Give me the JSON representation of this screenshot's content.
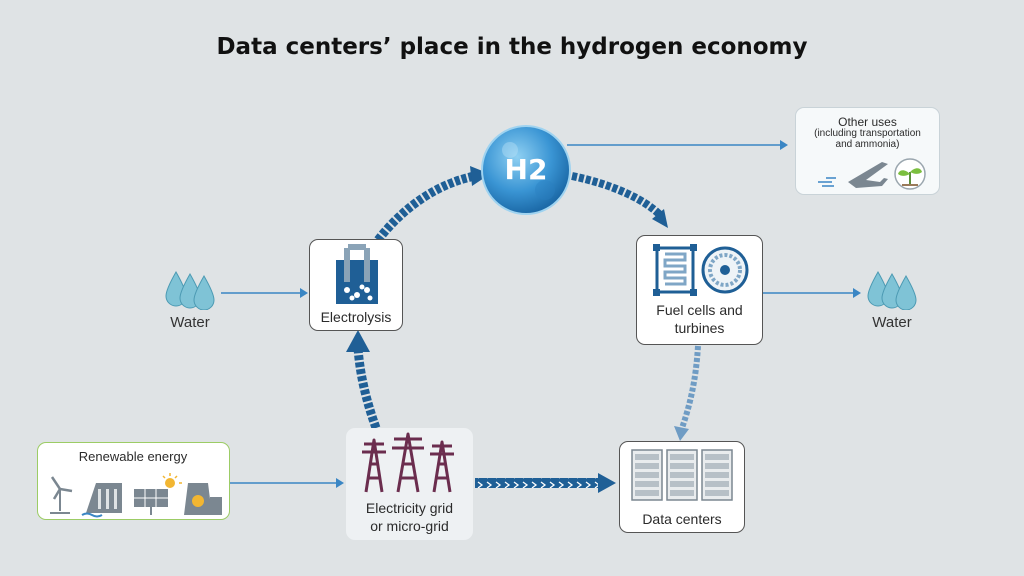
{
  "title": "Data centers’ place in the hydrogen economy",
  "nodes": {
    "h2": {
      "label": "H2"
    },
    "electrolysis": {
      "label": "Electrolysis"
    },
    "fuel_cells": {
      "label_line1": "Fuel cells and",
      "label_line2": "turbines"
    },
    "data_centers": {
      "label": "Data centers"
    },
    "grid": {
      "label_line1": "Electricity grid",
      "label_line2": "or micro-grid"
    },
    "renewable": {
      "label": "Renewable energy"
    },
    "water_in": {
      "label": "Water"
    },
    "water_out": {
      "label": "Water"
    },
    "other_uses": {
      "label": "Other uses",
      "sub_line1": "(including transportation",
      "sub_line2": "and ammonia)"
    }
  },
  "colors": {
    "background": "#dfe3e5",
    "arrow_blue": "#1f5f96",
    "thin_arrow": "#3a86c4",
    "tower": "#6b2d4e",
    "renewable_border": "#9ccc65",
    "water_drop": "#7fc3d6"
  }
}
